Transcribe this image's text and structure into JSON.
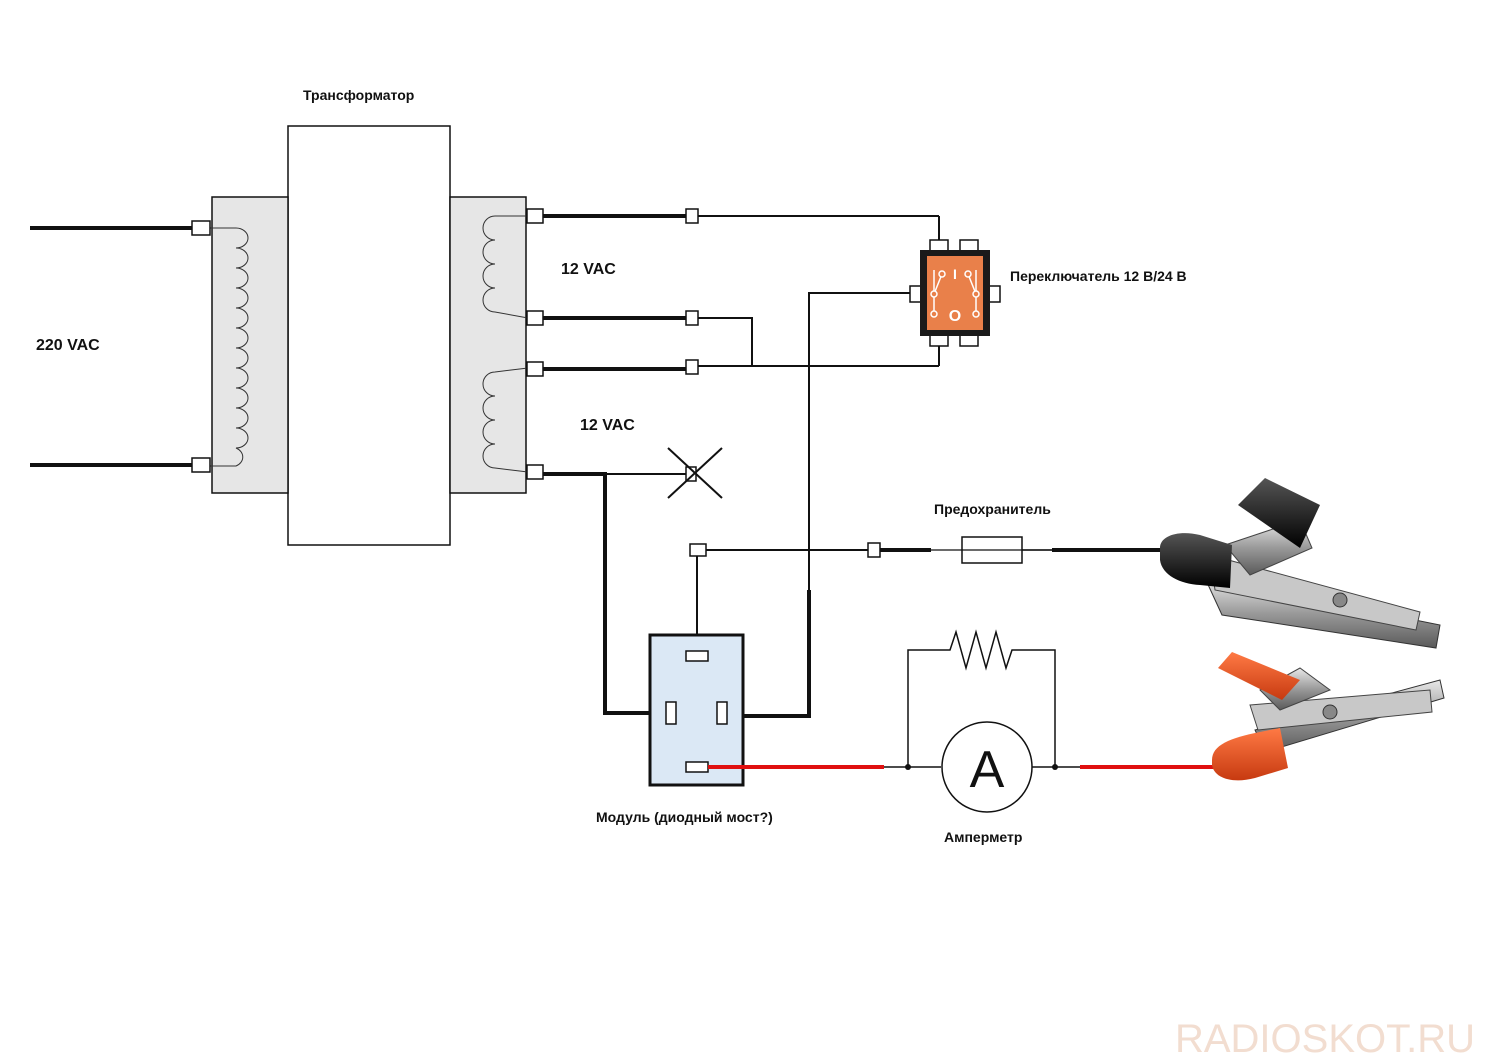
{
  "labels": {
    "transformer": "Трансформатор",
    "input_voltage": "220 VAC",
    "secondary_1": "12 VAC",
    "secondary_2": "12 VAC",
    "switch": "Переключатель 12 В/24 В",
    "fuse": "Предохранитель",
    "module": "Модуль (диодный мост?)",
    "ammeter": "Амперметр",
    "ammeter_symbol": "A",
    "switch_on_mark": "I",
    "switch_off_mark": "O"
  },
  "watermark": "RADIOSKOT.RU",
  "colors": {
    "wire": "#111111",
    "positive_wire": "#e01010",
    "transformer_coil_box": "#e6e6e6",
    "module_fill": "#dbe8f5",
    "switch_body": "#e9804a",
    "clamp_black": "#1a1a1a",
    "clamp_red": "#e5501e",
    "clamp_metal": "#b8b8b8"
  },
  "icons": [
    "crossed-wire-icon",
    "fuse-icon",
    "resistor-icon",
    "ammeter-icon",
    "black-clamp-icon",
    "red-clamp-icon",
    "transformer-coil-icon"
  ]
}
